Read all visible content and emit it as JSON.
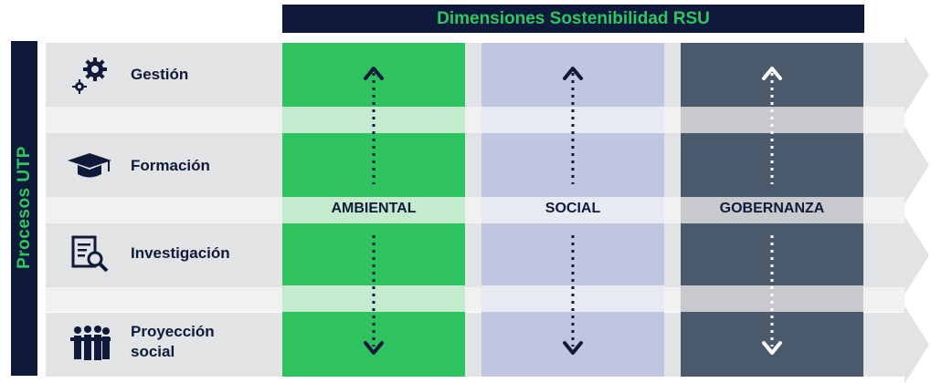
{
  "header": {
    "title": "Dimensiones Sostenibilidad RSU"
  },
  "sidebar": {
    "title": "Procesos UTP"
  },
  "processes": [
    {
      "label_lines": [
        "Gestión"
      ],
      "icon": "gears-icon"
    },
    {
      "label_lines": [
        "Formación"
      ],
      "icon": "graduation-cap-icon"
    },
    {
      "label_lines": [
        "Investigación"
      ],
      "icon": "document-search-icon"
    },
    {
      "label_lines": [
        "Proyección",
        "social"
      ],
      "icon": "people-group-icon"
    }
  ],
  "dimensions": [
    {
      "label": "AMBIENTAL",
      "color": "#2ec35f",
      "light": "#c5ebcf",
      "arrow_color": "#0f1a3a"
    },
    {
      "label": "SOCIAL",
      "color": "#c0c6e0",
      "light": "#e7e9f3",
      "arrow_color": "#0f1a3a"
    },
    {
      "label": "GOBERNANZA",
      "color": "#4a5a6c",
      "light": "#c7c9cc",
      "arrow_color": "#ffffff"
    }
  ],
  "colors": {
    "row": "#e2e3e5",
    "row_gap": "#f1f1f2",
    "navy": "#0f1a3a",
    "accent": "#2ec760"
  }
}
